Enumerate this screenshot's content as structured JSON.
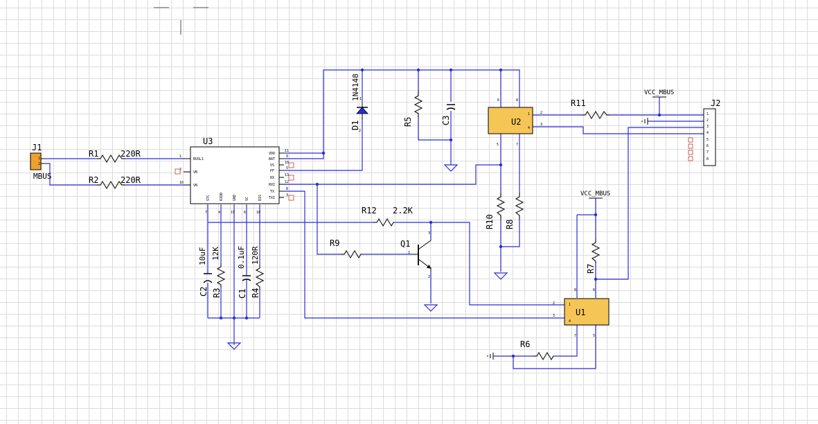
{
  "components": {
    "J1": {
      "ref": "J1",
      "value": "MBUS"
    },
    "R1": {
      "ref": "R1",
      "value": "220R"
    },
    "R2": {
      "ref": "R2",
      "value": "220R"
    },
    "U3": {
      "ref": "U3",
      "pins_left": [
        "BUSL1",
        "VB",
        "VB"
      ],
      "pins_right": [
        "VDD",
        "BAT",
        "VS",
        "PF",
        "RX",
        "RXI",
        "TX",
        "TXI"
      ],
      "pins_bottom": [
        "STC",
        "RIDD",
        "GND",
        "SC",
        "RIS"
      ]
    },
    "D1": {
      "ref": "D1",
      "value": "1N4148"
    },
    "R5": {
      "ref": "R5"
    },
    "C3": {
      "ref": "C3"
    },
    "U2": {
      "ref": "U2"
    },
    "R11": {
      "ref": "R11"
    },
    "J2": {
      "ref": "J2"
    },
    "VCC1": {
      "value": "VCC_MBUS"
    },
    "VCC2": {
      "value": "VCC_MBUS"
    },
    "R10": {
      "ref": "R10"
    },
    "R8": {
      "ref": "R8"
    },
    "R12": {
      "ref": "R12",
      "value": "2.2K"
    },
    "R9": {
      "ref": "R9"
    },
    "Q1": {
      "ref": "Q1"
    },
    "R7": {
      "ref": "R7"
    },
    "U1": {
      "ref": "U1"
    },
    "R6": {
      "ref": "R6"
    },
    "C2": {
      "ref": "C2",
      "value": "10uF"
    },
    "R3": {
      "ref": "R3",
      "value": "12K"
    },
    "C1": {
      "ref": "C1",
      "value": "0.1uF"
    },
    "R4": {
      "ref": "R4",
      "value": "120R"
    }
  },
  "pin_numbers": {
    "J1": [
      "1",
      "2"
    ],
    "U3_left": [
      "1",
      "2",
      "16"
    ],
    "U3_right": [
      "11",
      "9",
      "10",
      "5",
      "13",
      "12",
      "8",
      "3"
    ],
    "U3_bottom": [
      "7",
      "4",
      "15",
      "6",
      "10"
    ],
    "U2": [
      "1",
      "2",
      "3",
      "5",
      "7",
      "6",
      "8",
      "4"
    ],
    "U1": [
      "1",
      "2",
      "3",
      "8",
      "6",
      "7",
      "5",
      "4"
    ],
    "J2": [
      "1",
      "2",
      "3",
      "4",
      "5",
      "6",
      "7",
      "8"
    ],
    "Q1": [
      "3",
      "1",
      "2"
    ],
    "D1": [
      "1",
      "2"
    ]
  },
  "colors": {
    "wire": "#2b2bd8",
    "ic_fill": "#ffffff",
    "opto_fill": "#f5c556",
    "connector_fill": "#f0a030",
    "grid": "#dcdcdc"
  }
}
